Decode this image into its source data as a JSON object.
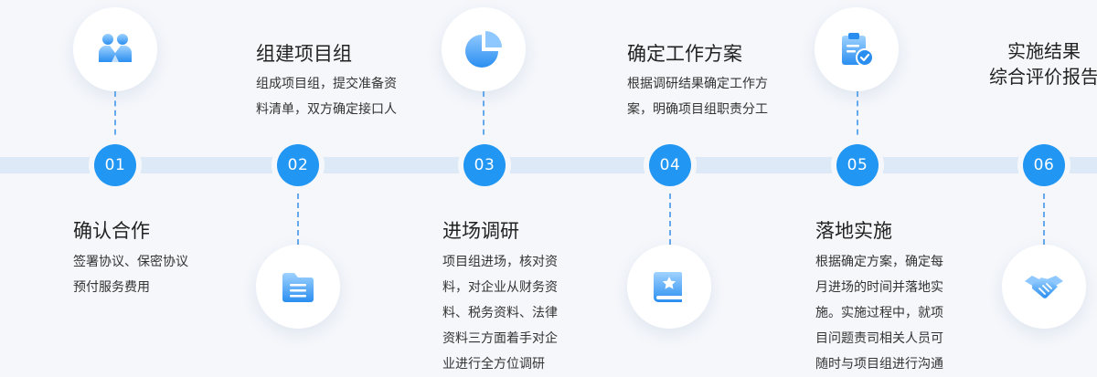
{
  "steps": [
    {
      "num": "01",
      "title": "确认合作",
      "desc": [
        "签署协议、保密协议",
        "预付服务费用"
      ],
      "icon": "team-icon"
    },
    {
      "num": "02",
      "title": "组建项目组",
      "desc": [
        "组成项目组，提交准备资",
        "料清单，双方确定接口人"
      ],
      "icon": "folder-icon"
    },
    {
      "num": "03",
      "title": "进场调研",
      "desc": [
        "项目组进场，核对资",
        "料，对企业从财务资",
        "料、税务资料、法律",
        "资料三方面着手对企",
        "业进行全方位调研"
      ],
      "icon": "pie-chart-icon"
    },
    {
      "num": "04",
      "title": "确定工作方案",
      "desc": [
        "根据调研结果确定工作方",
        "案，明确项目组职责分工"
      ],
      "icon": "book-star-icon"
    },
    {
      "num": "05",
      "title": "落地实施",
      "desc": [
        "根据确定方案，确定每",
        "月进场的时间并落地实",
        "施。实施过程中，就项",
        "目问题责司相关人员可",
        "随时与项目组进行沟通"
      ],
      "icon": "clipboard-check-icon"
    },
    {
      "num": "06",
      "title": [
        "实施结果",
        "综合评价报告"
      ],
      "icon": "handshake-icon"
    }
  ],
  "colors": {
    "accent": "#2196f3",
    "track": "#dde9f6",
    "icon_light": "#8ec8ff",
    "icon_dark": "#2a8ef0"
  }
}
